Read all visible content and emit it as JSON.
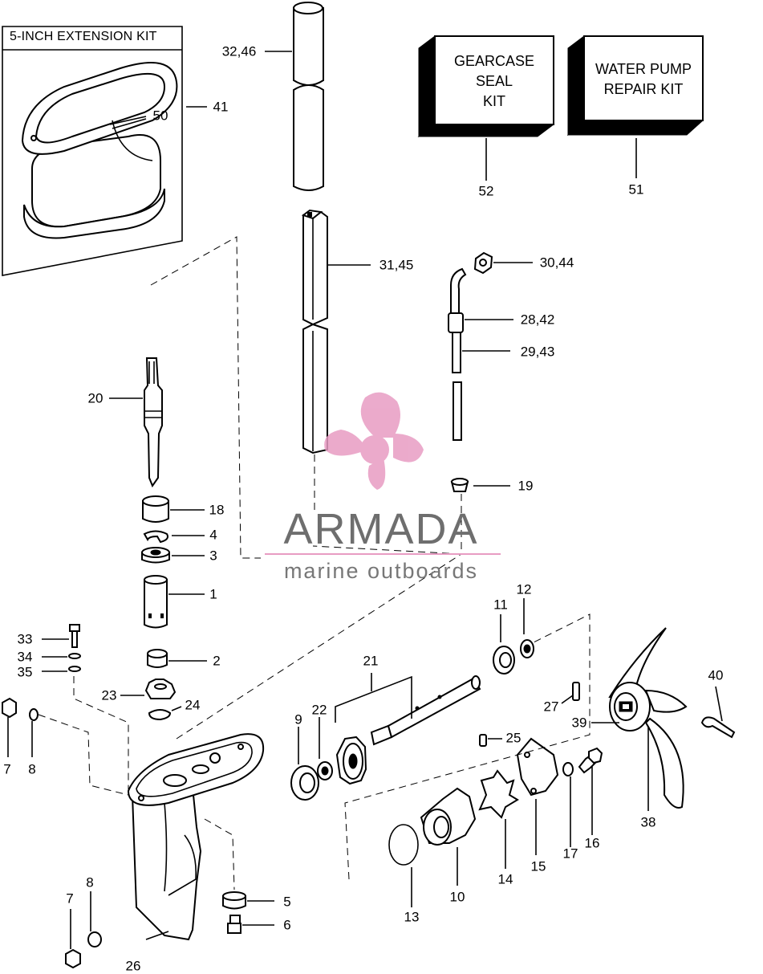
{
  "kit_box": {
    "title": "5-INCH EXTENSION KIT"
  },
  "boxes": {
    "gearcase": [
      "GEARCASE",
      "SEAL",
      "KIT"
    ],
    "water_pump": [
      "WATER PUMP",
      "REPAIR KIT"
    ]
  },
  "labels": {
    "p52": "52",
    "p51": "51",
    "p41": "41",
    "p50": "50",
    "p32_46": "32,46",
    "p31_45": "31,45",
    "p30_44": "30,44",
    "p28_42": "28,42",
    "p29_43": "29,43",
    "p20": "20",
    "p19": "19",
    "p18": "18",
    "p4": "4",
    "p3": "3",
    "p1": "1",
    "p2": "2",
    "p33": "33",
    "p34": "34",
    "p35": "35",
    "p23": "23",
    "p24": "24",
    "p7a": "7",
    "p8a": "8",
    "p7b": "7",
    "p8b": "8",
    "p26": "26",
    "p5": "5",
    "p6": "6",
    "p21": "21",
    "p22": "22",
    "p9": "9",
    "p11": "11",
    "p12": "12",
    "p13": "13",
    "p10": "10",
    "p14": "14",
    "p15": "15",
    "p25": "25",
    "p17": "17",
    "p16": "16",
    "p27": "27",
    "p39": "39",
    "p38": "38",
    "p40": "40"
  },
  "watermark": {
    "name": "ARMADA",
    "tagline": "marine outboards"
  },
  "colors": {
    "line": "#000000",
    "logo_pink": "#e89cc3",
    "logo_text": "#6e6e6e"
  }
}
